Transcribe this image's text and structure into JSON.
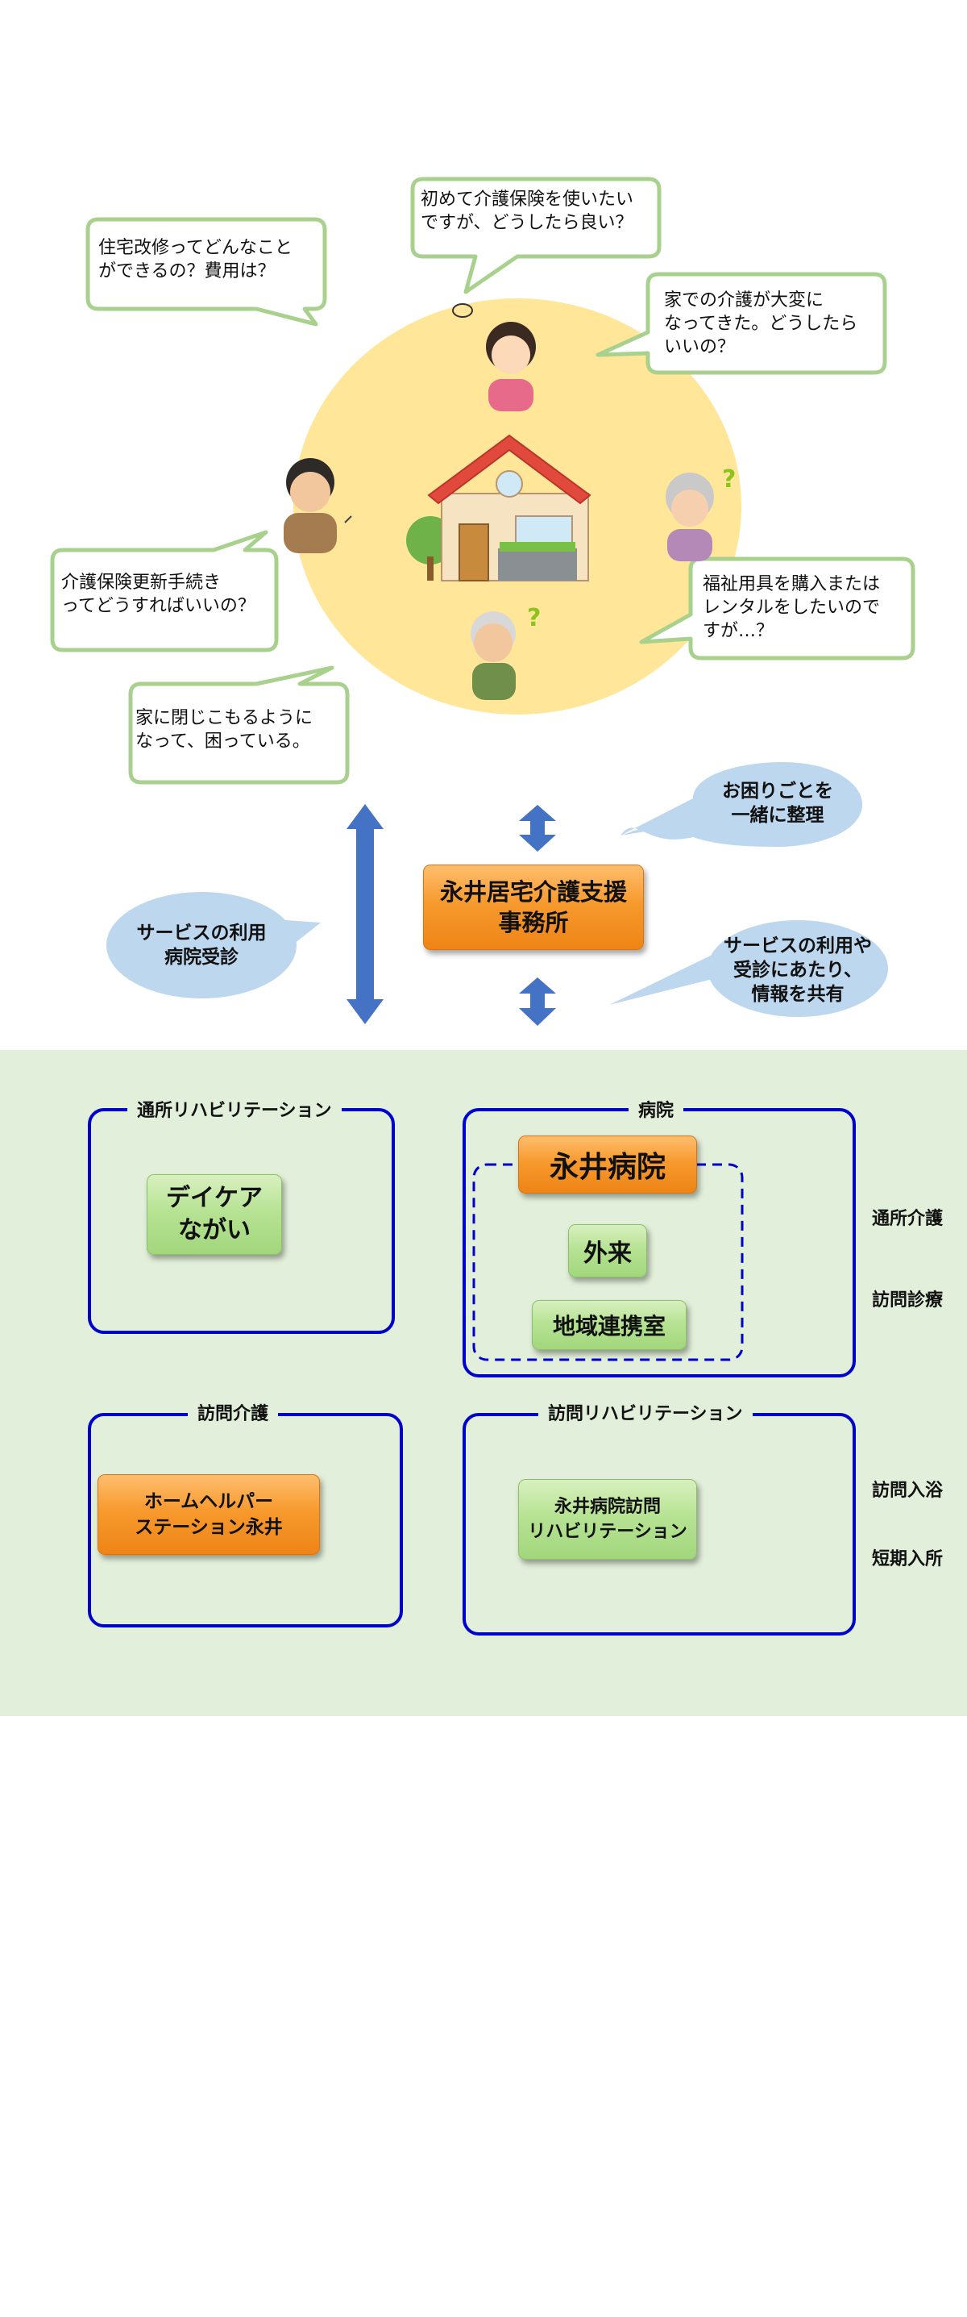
{
  "bubbles": {
    "first_time": "初めて介護保険を使いたい\nですが、どうしたら良い？",
    "renovation": "住宅改修ってどんなこと\nができるの？費用は？",
    "home_care": "家での介護が大変に\nなってきた。どうしたら\nいいの？",
    "renewal": "介護保険更新手続き\nってどうすればいいの？",
    "equipment": "福祉用具を購入または\nレンタルをしたいので\nすが…？",
    "withdrawn": "家に閉じこもるように\nなって、困っている。"
  },
  "ovals": {
    "organize": "お困りごとを\n一緒に整理",
    "service_use": "サービスの利用\n病院受診",
    "share_info": "サービスの利用や\n受診にあたり、\n情報を共有"
  },
  "center_office": "永井居宅介護支援\n事務所",
  "groups": {
    "day_rehab": {
      "label": "通所リハビリテーション",
      "button": "デイケア\nながい"
    },
    "hospital": {
      "label": "病院",
      "main": "永井病院",
      "outpatient": "外来",
      "liaison": "地域連携室"
    },
    "home_care": {
      "label": "訪問介護",
      "button": "ホームヘルパー\nステーション永井"
    },
    "home_rehab": {
      "label": "訪問リハビリテーション",
      "button": "永井病院訪問\nリハビリテーション"
    }
  },
  "side_labels": [
    "通所介護",
    "訪問診療",
    "訪問入浴",
    "短期入所"
  ],
  "colors": {
    "bubble_border": "#a9d18e",
    "circle_fill": "#ffe699",
    "oval_fill": "#bdd7ee",
    "arrow_blue": "#4472c4",
    "panel_green": "#e2efda",
    "group_border": "#0000cc",
    "orange": "#f79a2e",
    "green": "#b7e394"
  }
}
